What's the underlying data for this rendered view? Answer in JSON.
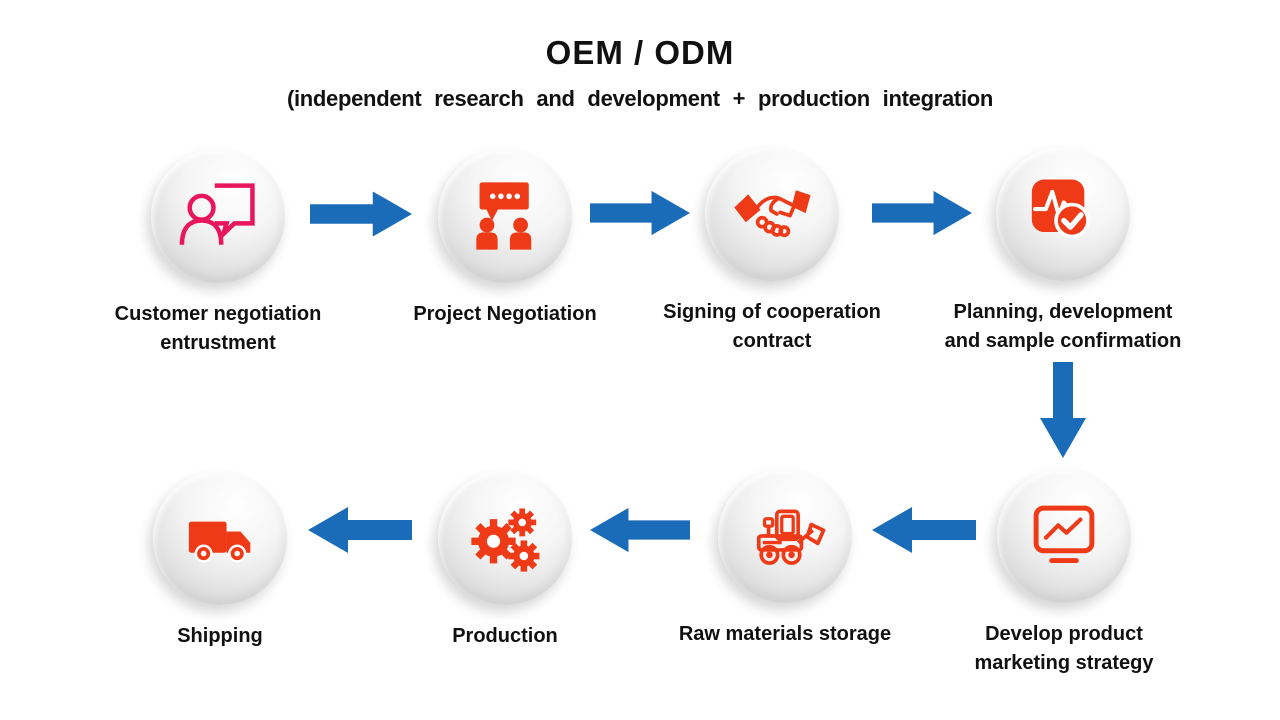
{
  "header": {
    "title": "OEM / ODM",
    "subtitle": "(independent research and development + production integration"
  },
  "flow": {
    "top_row": [
      {
        "label": "Customer negotiation entrustment",
        "icon": "person-chat-icon"
      },
      {
        "label": "Project Negotiation",
        "icon": "group-chat-icon"
      },
      {
        "label": "Signing of cooperation contract",
        "icon": "handshake-icon"
      },
      {
        "label": "Planning, development and sample confirmation",
        "icon": "pulse-check-icon"
      }
    ],
    "bottom_row": [
      {
        "label": "Shipping",
        "icon": "truck-icon"
      },
      {
        "label": "Production",
        "icon": "gears-icon"
      },
      {
        "label": "Raw materials storage",
        "icon": "loader-icon"
      },
      {
        "label": "Develop product marketing strategy",
        "icon": "monitor-chart-icon"
      }
    ],
    "connectors": [
      "right",
      "right",
      "right",
      "down",
      "left",
      "left",
      "left"
    ]
  },
  "colors": {
    "arrow_blue": "#1B6CB8",
    "icon_pink": "#E8175D",
    "icon_red": "#EF3A17",
    "text": "#111111"
  }
}
